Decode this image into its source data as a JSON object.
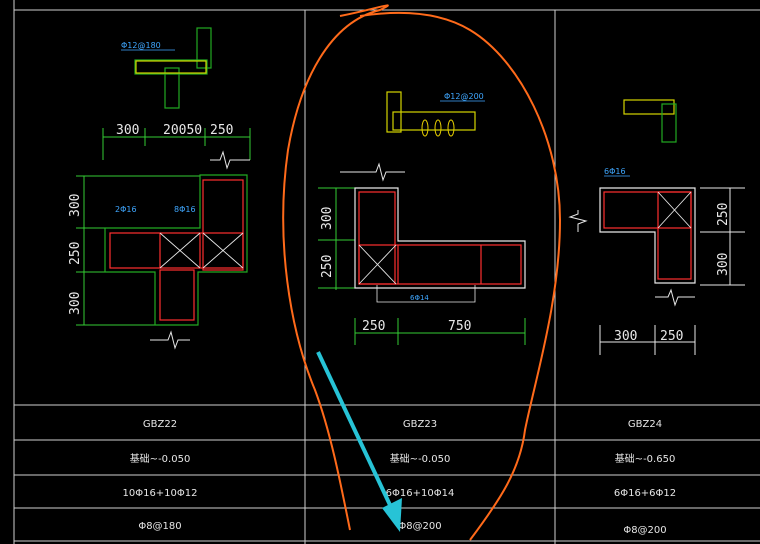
{
  "title": "",
  "columns": [
    {
      "name": "GBZ22",
      "elevation": "基础~-0.050",
      "longitudinal_rebar": "10Φ16+10Φ12",
      "stirrup": "Φ8@180",
      "callouts": {
        "top": "Φ12@180",
        "left": "2Φ16",
        "right": "8Φ16"
      },
      "dims_horizontal": [
        "300",
        "20050",
        "250"
      ],
      "dims_vertical": [
        "300",
        "250",
        "300"
      ]
    },
    {
      "name": "GBZ23",
      "elevation": "基础~-0.050",
      "longitudinal_rebar": "6Φ16+10Φ14",
      "stirrup": "Φ8@200",
      "callouts": {
        "top": "Φ12@200",
        "bottom": "6Φ14"
      },
      "dims_horizontal": [
        "250",
        "750"
      ],
      "dims_vertical": [
        "300",
        "250"
      ]
    },
    {
      "name": "GBZ24",
      "elevation": "基础~-0.650",
      "longitudinal_rebar": "6Φ16+6Φ12",
      "stirrup": "Φ8@200",
      "callouts": {
        "top": "6Φ16"
      },
      "dims_horizontal": [
        "300",
        "250"
      ],
      "dims_vertical": [
        "250",
        "300"
      ]
    }
  ],
  "colors": {
    "background": "#000000",
    "grid": "#cfcfcf",
    "dimension": "#33cc33",
    "rebar": "#ff3030",
    "outline": "#e8e8e8",
    "annotation_sketch": "#ff6a1a",
    "arrow": "#27c3d6",
    "detail_green": "#22aa22",
    "detail_yellow": "#d4d400"
  },
  "icons": {
    "arrow": "cyan-arrow-icon",
    "sketch": "freehand-ellipse-markup"
  }
}
